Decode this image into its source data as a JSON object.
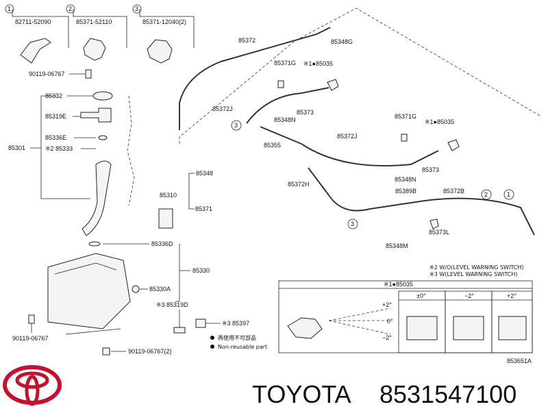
{
  "refs": {
    "r1": {
      "circle": "1",
      "part": "82711-52090"
    },
    "r2": {
      "circle": "2",
      "part": "85371-52110"
    },
    "r3": {
      "circle": "3",
      "part": "85371-12040(2)"
    }
  },
  "labels": {
    "bolt_top": "90119-06767",
    "p85332": "85332",
    "p85319E": "85319E",
    "p85336E": "85336E",
    "p85301": "85301",
    "p85333": "※2 85333",
    "p85310": "85310",
    "p85348": "85348",
    "p85371": "85371",
    "p85336D": "85336D",
    "p85330": "85330",
    "p85330A": "85330A",
    "p85319D": "※3 85319D",
    "p85397": "※3 85397",
    "bolt_left": "90119-06767",
    "bolt_bottom": "90119-06767(2)",
    "p85372": "85372",
    "p85348G": "85348G",
    "p85371G_a": "85371G",
    "p85035_a": "※1●85035",
    "p85372J_a": "85372J",
    "p85373_a": "85373",
    "p85348N_a": "85348N",
    "p85355": "85355",
    "p85372J_b": "85372J",
    "p85371G_b": "85371G",
    "p85035_b": "※1●85035",
    "p85373_b": "85373",
    "p85348N_b": "85348N",
    "p85372H": "85372H",
    "p85389B": "85389B",
    "p85372B": "85372B",
    "p85348M": "85348M",
    "p85373L": "85373L",
    "circ3a": "3",
    "circ3b": "3",
    "circ2": "2",
    "circ1": "1"
  },
  "notes": {
    "n2": "※2 W/O(LEVEL WARNING SWITCH)",
    "n3": "※3 W(LEVEL WARNING SWITCH)",
    "legend_cn": "再使用不可部品",
    "legend_en": "Non-reusable part"
  },
  "inset": {
    "title": "※1●85035",
    "angle_plus": "+2°",
    "angle_zero": "0°",
    "angle_minus": "−2°",
    "columns": [
      "±0°",
      "−2°",
      "+2°"
    ]
  },
  "figure_id": "853651A",
  "footer": {
    "brand": "TOYOTA",
    "part_number": "8531547100"
  }
}
